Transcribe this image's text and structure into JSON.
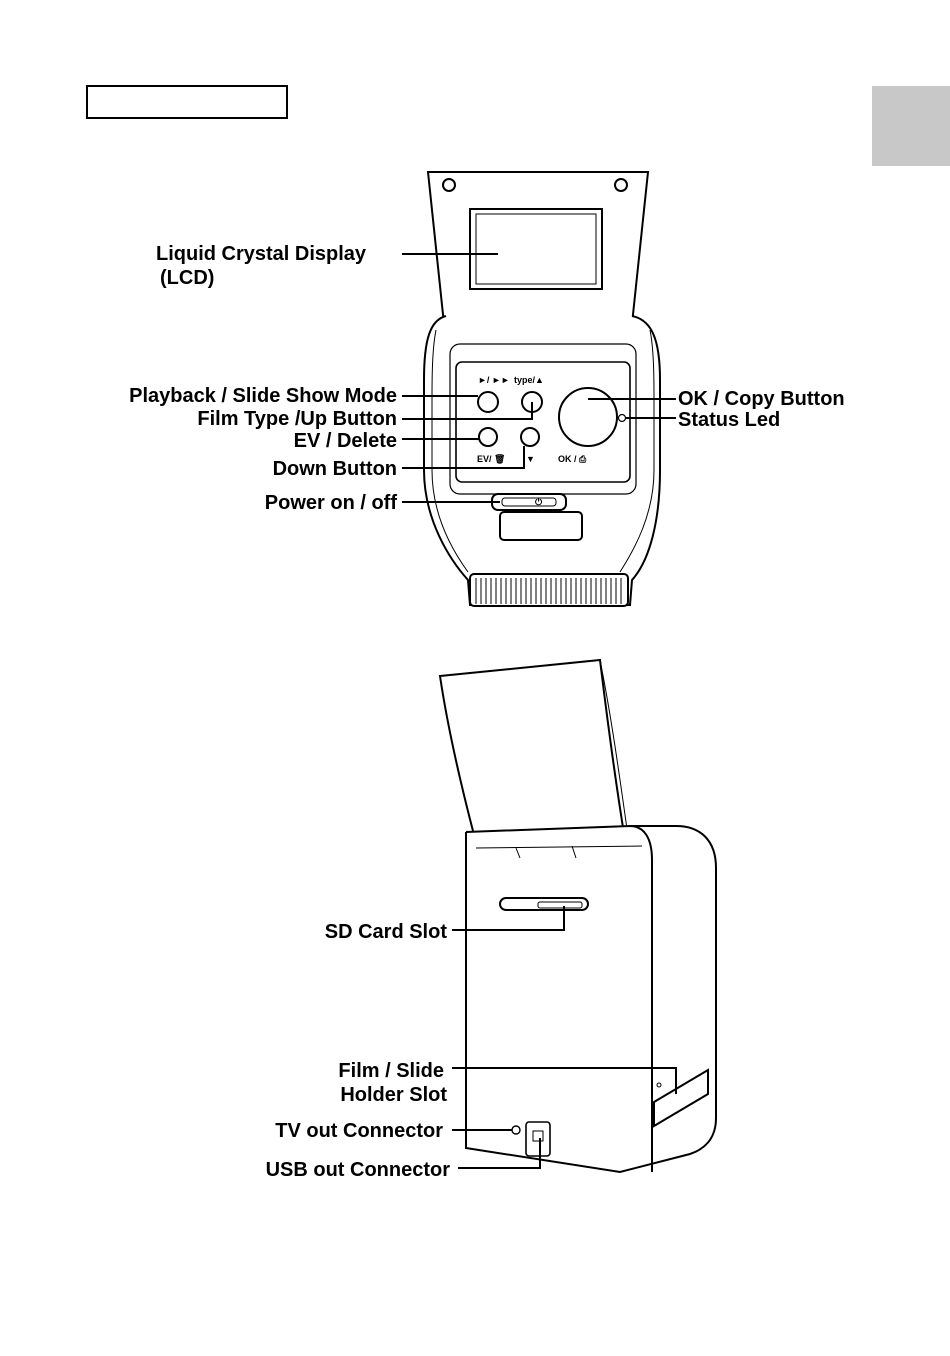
{
  "title_box": {
    "text": ""
  },
  "figure_front": {
    "labels": {
      "lcd_line1": "Liquid Crystal Display",
      "lcd_line2": "(LCD)",
      "playback": "Playback / Slide Show Mode",
      "film_type": "Film Type /Up Button",
      "ev_delete": "EV / Delete",
      "down": "Down Button",
      "power": "Power on / off",
      "ok_copy": "OK / Copy Button",
      "status_led": "Status Led"
    },
    "button_marks": {
      "play": "►/ ►►",
      "type": "type/▲",
      "ev": "EV/ 🗑",
      "down": "▼",
      "ok": "OK / ⎙",
      "power": "⏻"
    }
  },
  "figure_back": {
    "labels": {
      "sd_card": "SD Card Slot",
      "film_slide_line1": "Film / Slide",
      "film_slide_line2": "Holder Slot",
      "tv_out": "TV out Connector",
      "usb_out": "USB out Connector"
    }
  }
}
